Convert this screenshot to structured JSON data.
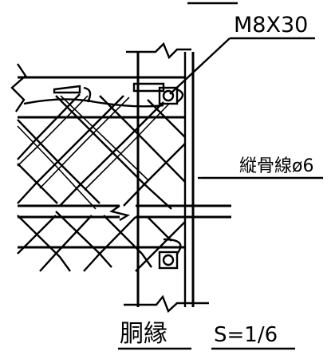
{
  "labels": {
    "bolt_spec": "M8X30",
    "vertical_wire": "縦骨線ø6",
    "drawing_title": "胴縁",
    "scale": "S=1/6"
  }
}
